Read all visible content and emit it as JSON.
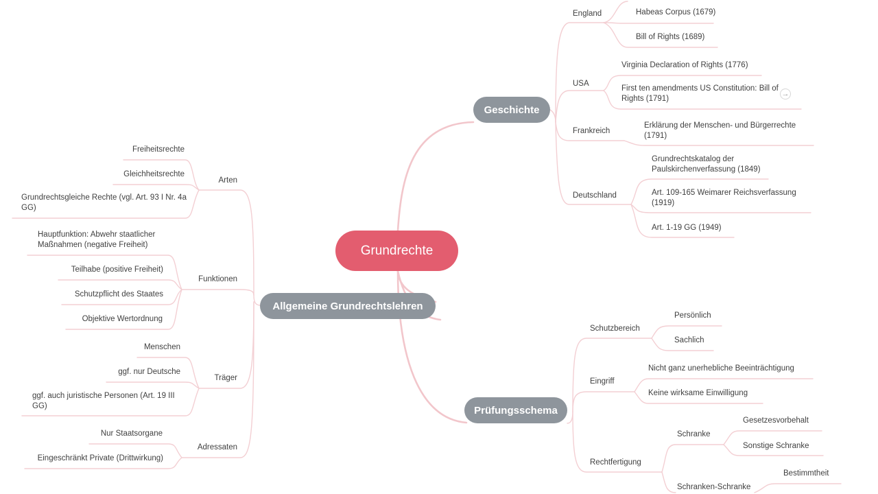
{
  "root": "Grundrechte",
  "geschichte": {
    "label": "Geschichte",
    "england": {
      "label": "England",
      "items": [
        "Habeas Corpus (1679)",
        "Bill of Rights (1689)"
      ]
    },
    "usa": {
      "label": "USA",
      "items": [
        "Virginia Declaration of Rights (1776)",
        "First ten amendments US Constitution: Bill of Rights (1791)"
      ]
    },
    "frankreich": {
      "label": "Frankreich",
      "items": [
        "Erklärung der Menschen- und Bürgerrechte (1791)"
      ]
    },
    "deutschland": {
      "label": "Deutschland",
      "items": [
        "Grundrechtskatalog der Paulskirchenverfassung (1849)",
        "Art. 109-165 Weimarer Reichsverfassung (1919)",
        "Art. 1-19 GG (1949)"
      ]
    }
  },
  "allgemein": {
    "label": "Allgemeine Grundrechtslehren",
    "arten": {
      "label": "Arten",
      "items": [
        "Freiheitsrechte",
        "Gleichheitsrechte",
        "Grundrechtsgleiche Rechte (vgl. Art. 93 I Nr. 4a GG)"
      ]
    },
    "funktionen": {
      "label": "Funktionen",
      "items": [
        "Hauptfunktion: Abwehr staatlicher Maßnahmen (negative Freiheit)",
        "Teilhabe (positive Freiheit)",
        "Schutzpflicht des Staates",
        "Objektive Wertordnung"
      ]
    },
    "traeger": {
      "label": "Träger",
      "items": [
        "Menschen",
        "ggf. nur Deutsche",
        "ggf. auch juristische Personen (Art. 19 III GG)"
      ]
    },
    "adressaten": {
      "label": "Adressaten",
      "items": [
        "Nur Staatsorgane",
        "Eingeschränkt Private (Drittwirkung)"
      ]
    }
  },
  "pruefung": {
    "label": "Prüfungsschema",
    "schutzbereich": {
      "label": "Schutzbereich",
      "items": [
        "Persönlich",
        "Sachlich"
      ]
    },
    "eingriff": {
      "label": "Eingriff",
      "items": [
        "Nicht ganz unerhebliche Beeinträchtigung",
        "Keine wirksame Einwilligung"
      ]
    },
    "rechtfertigung": {
      "label": "Rechtfertigung",
      "schranke": {
        "label": "Schranke",
        "items": [
          "Gesetzesvorbehalt",
          "Sonstige Schranke"
        ]
      },
      "schrankenschranke": {
        "label": "Schranken-Schranke",
        "items": [
          "Bestimmtheit"
        ]
      }
    }
  },
  "colors": {
    "root": "#e35d6f",
    "main_topic": "#8e959c",
    "connector": "#f3cfd3",
    "text": "#3f3f3f"
  }
}
